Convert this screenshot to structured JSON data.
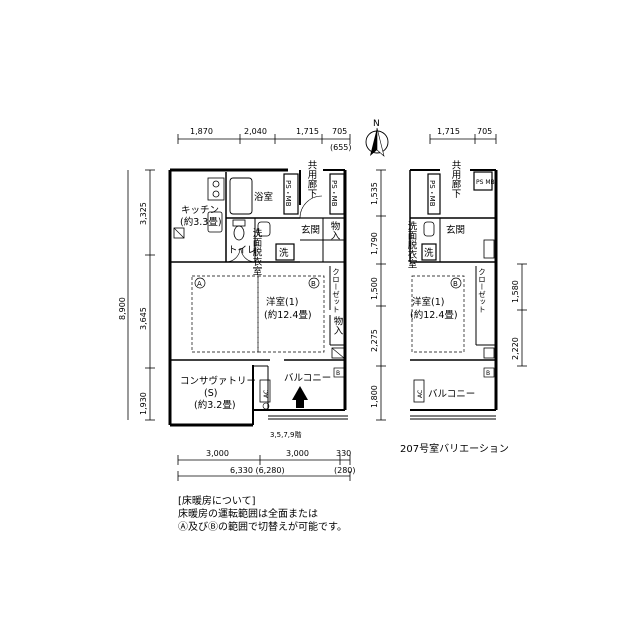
{
  "dimensions": {
    "top": [
      "1,870",
      "2,040",
      "1,715",
      "705"
    ],
    "top_paren": "(655)",
    "left": [
      "3,325",
      "3,645",
      "1,930"
    ],
    "left_total": "8,900",
    "right": [
      "1,535",
      "1,790",
      "1,500",
      "2,275",
      "1,800"
    ],
    "bottom": [
      "3,000",
      "3,000",
      "330"
    ],
    "bottom_total": "6,330 (6,280)",
    "bottom_paren": "(280)",
    "v207_top": [
      "1,715",
      "705"
    ],
    "v207_right": [
      "1,580",
      "2,220"
    ]
  },
  "north": "N",
  "main_plan": {
    "rooms": {
      "bath": "浴室",
      "kitchen_1": "キッチン",
      "kitchen_2": "(約3.3畳)",
      "toilet": "トイレ",
      "washroom": "洗面脱衣室",
      "wash": "洗",
      "ps_mb": "PS・MB",
      "kyoyo": "共用廊下",
      "genkan": "玄関",
      "monoire": "物入",
      "closet": "クローゼット",
      "western_1": "洋室(1)",
      "western_2": "(約12.4畳)",
      "cons_1": "コンサヴァトリー",
      "cons_2": "(S)",
      "cons_3": "(約3.2畳)",
      "balcony": "バルコニー",
      "ac": "AC",
      "mark_a": "A",
      "mark_b": "B"
    },
    "floors_note": "3,5,7,9階"
  },
  "variation_plan": {
    "rooms": {
      "kyoyo": "共用廊下",
      "ps_mb": "PS・MB",
      "ps_mb_small": "PS MB",
      "washroom": "洗面脱衣室",
      "wash": "洗",
      "genkan": "玄関",
      "closet": "クローゼット",
      "western_1": "洋室(1)",
      "western_2": "(約12.4畳)",
      "balcony": "バルコニー",
      "ac": "AC",
      "mark_b": "B"
    },
    "caption": "207号室バリエーション"
  },
  "note": {
    "title": "[床暖房について]",
    "line1": "床暖房の運転範囲は全面または",
    "line2": "Ⓐ及びⒷの範囲で切替えが可能です。"
  }
}
